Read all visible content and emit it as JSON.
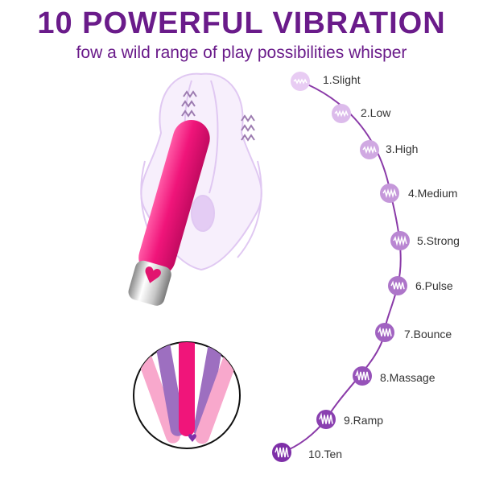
{
  "header": {
    "title": "10 POWERFUL VIBRATION",
    "subtitle": "fow a wild range of play possibilities whisper"
  },
  "colors": {
    "title": "#6a1b8a",
    "subtitle": "#6a1b8a",
    "device": "#f0157a",
    "outline": "#e0c8f2",
    "dot_light": "#e8ccf3",
    "dot_dark": "#7e2fa8"
  },
  "modes": [
    {
      "label": "1.Slight"
    },
    {
      "label": "2.Low"
    },
    {
      "label": "3.High"
    },
    {
      "label": "4.Medium"
    },
    {
      "label": "5.Strong"
    },
    {
      "label": "6.Pulse"
    },
    {
      "label": "7.Bounce"
    },
    {
      "label": "8.Massage"
    },
    {
      "label": "9.Ramp"
    },
    {
      "label": "10.Ten"
    }
  ]
}
